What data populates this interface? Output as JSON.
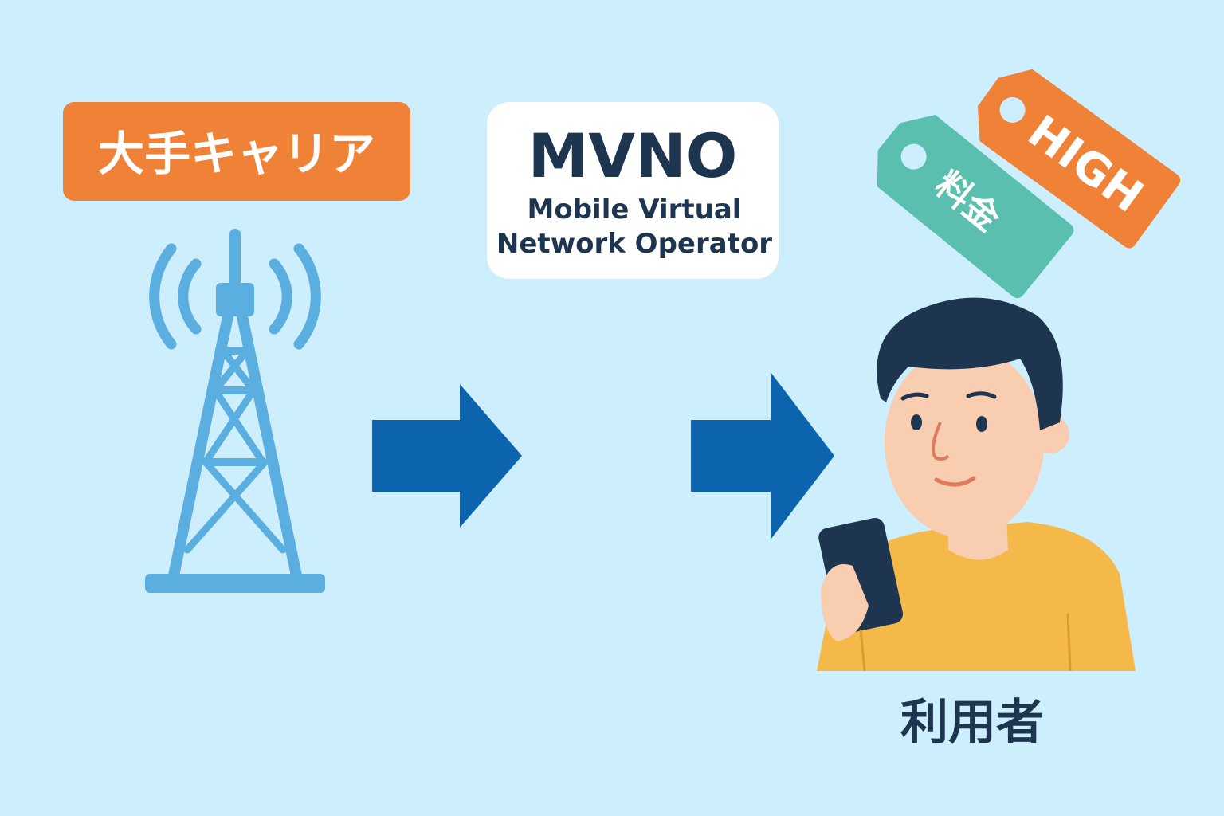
{
  "carrier": {
    "label": "大手キャリア"
  },
  "mvno": {
    "title": "MVNO",
    "line1": "Mobile Virtual",
    "line2": "Network Operator"
  },
  "tags": {
    "price": "料金",
    "high": "HIGH"
  },
  "user": {
    "label": "利用者"
  },
  "colors": {
    "background": "#CDEEFC",
    "orange": "#F08237",
    "teal": "#5BBFB0",
    "navy": "#1E3550",
    "arrow": "#0D64AE",
    "tower": "#5AAEE0",
    "shirt": "#F5B94A",
    "skin": "#F9CDB0"
  }
}
